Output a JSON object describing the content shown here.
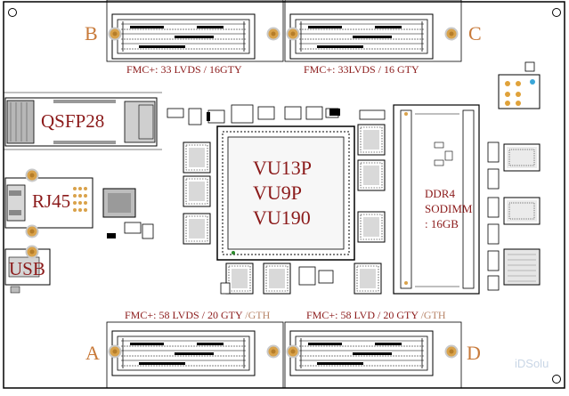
{
  "connectors": {
    "b": {
      "letter": "B",
      "label": "FMC+: 33 LVDS / 16GTY"
    },
    "c": {
      "letter": "C",
      "label": "FMC+: 33LVDS / 16 GTY"
    },
    "a": {
      "letter": "A",
      "label_main": "FMC+: 58 LVDS / 20 GTY",
      "label_suffix": "/GTH"
    },
    "d": {
      "letter": "D",
      "label_main": "FMC+: 58 LVD / 20 GTY",
      "label_suffix": "/GTH"
    }
  },
  "interfaces": {
    "qsfp": "QSFP28",
    "rj45": "RJ45",
    "usb": "USB"
  },
  "fpga": {
    "lines": [
      "VU13P",
      "VU9P",
      "VU190"
    ]
  },
  "memory": {
    "lines": [
      "DDR4",
      "SODIMM",
      ": 16GB"
    ]
  },
  "watermark": "iDSolu",
  "colors": {
    "label": "#8b1a1a",
    "corner_letter": "#c87a3a",
    "gth": "#b8866a",
    "mount_hole": "#d9a24a",
    "silkscreen": "#000000"
  }
}
